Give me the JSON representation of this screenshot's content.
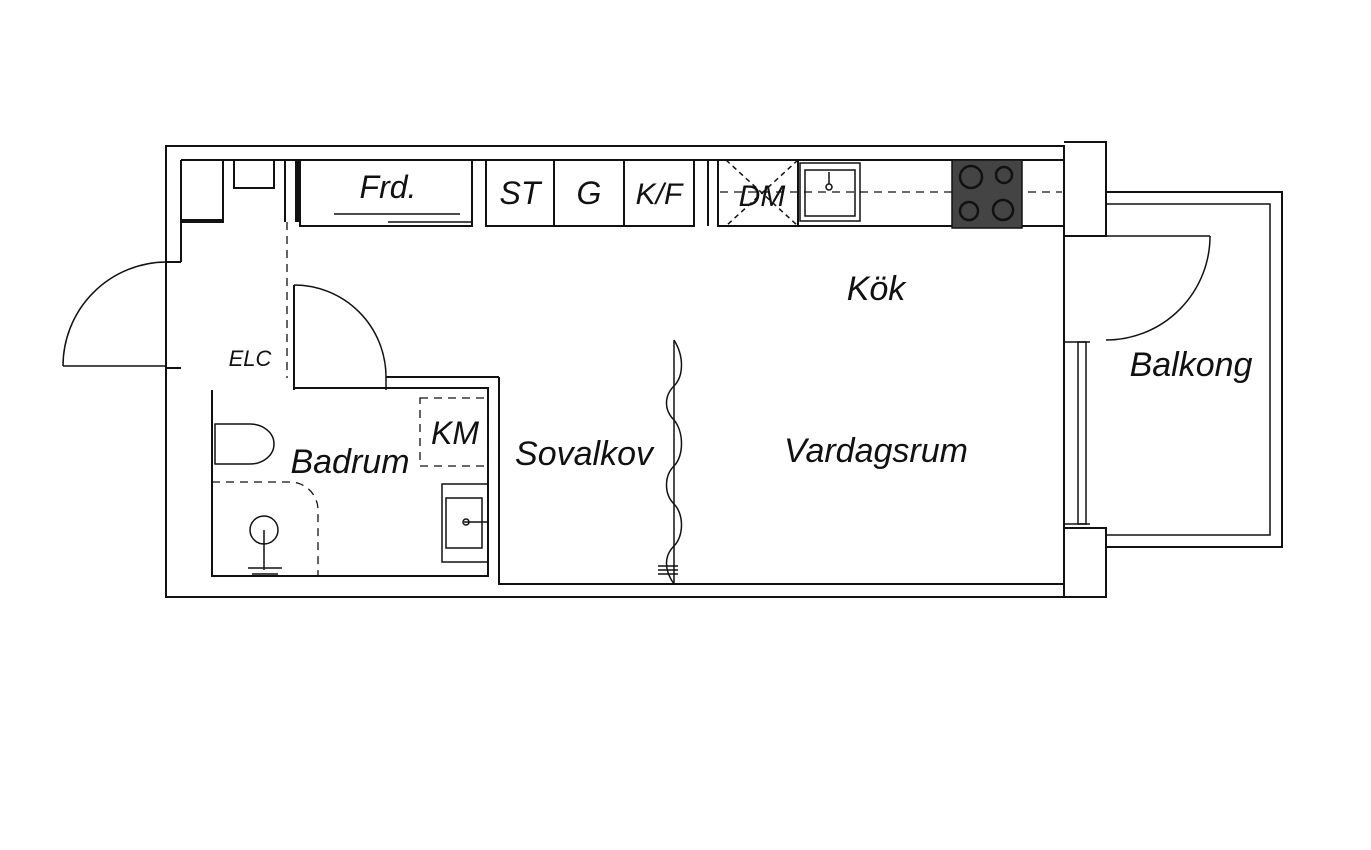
{
  "rooms": {
    "kitchen": "Kök",
    "living": "Vardagsrum",
    "sleeping": "Sovalkov",
    "bathroom": "Badrum",
    "balcony": "Balkong"
  },
  "fixtures": {
    "freezer": "Frd.",
    "st": "ST",
    "g": "G",
    "kf": "K/F",
    "dm": "DM",
    "elc": "ELC",
    "km": "KM"
  },
  "icons": [
    "toilet-icon",
    "sink-icon",
    "shower-icon",
    "stove-icon",
    "kitchen-sink-icon",
    "door-swing-icon",
    "curtain-icon"
  ],
  "colors": {
    "line": "#111111",
    "stove": "#444444",
    "background": "#ffffff"
  }
}
